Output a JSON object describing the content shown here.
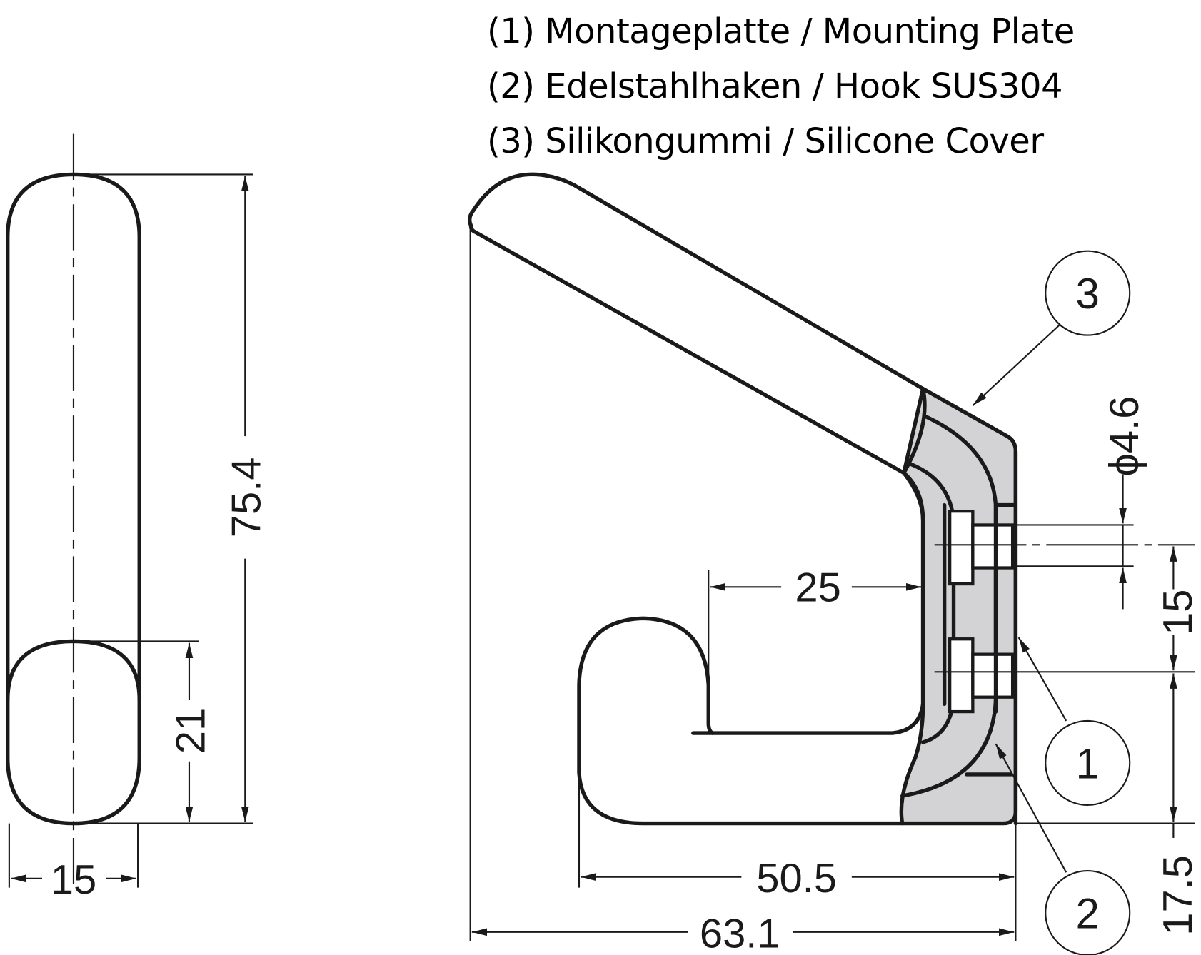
{
  "legend": {
    "items": [
      {
        "number": "(1)",
        "text": "Montageplatte / Mounting Plate"
      },
      {
        "number": "(2)",
        "text": "Edelstahlhaken / Hook SUS304"
      },
      {
        "number": "(3)",
        "text": "Silikongummi / Silicone Cover"
      }
    ]
  },
  "front_view": {
    "dimensions": {
      "height": "75.4",
      "lower_height": "21",
      "width": "15"
    }
  },
  "side_view": {
    "dimensions": {
      "inner_depth": "25",
      "hole_diameter": "ϕ4.6",
      "hole_spacing": "15",
      "bottom_offset": "17.5",
      "hook_depth": "50.5",
      "total_depth": "63.1"
    },
    "callouts": [
      "3",
      "1",
      "2"
    ]
  },
  "colors": {
    "line": "#1a1a1a",
    "silicone_fill": "#d3d3d5",
    "background": "#ffffff"
  }
}
